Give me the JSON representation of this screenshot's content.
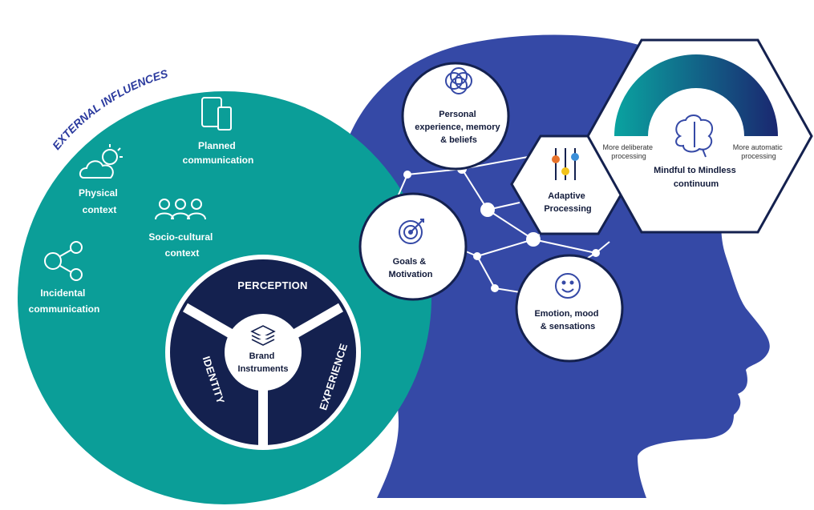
{
  "colors": {
    "teal": "#0b9e98",
    "head_blue": "#3549a6",
    "navy": "#14214f",
    "node_outline": "#14214f",
    "gauge_start": "#0aa3a0",
    "gauge_end": "#1a2770"
  },
  "external": {
    "title": "EXTERNAL INFLUENCES",
    "items": [
      {
        "id": "physical",
        "line1": "Physical",
        "line2": "context",
        "icon": "cloud-sun-icon"
      },
      {
        "id": "planned",
        "line1": "Planned",
        "line2": "communication",
        "icon": "devices-icon"
      },
      {
        "id": "socio",
        "line1": "Socio-cultural",
        "line2": "context",
        "icon": "people-icon"
      },
      {
        "id": "incidental",
        "line1": "Incidental",
        "line2": "communication",
        "icon": "network-people-icon"
      }
    ]
  },
  "brand": {
    "center_line1": "Brand",
    "center_line2": "Instruments",
    "center_icon": "layers-icon",
    "segments": {
      "perception": "PERCEPTION",
      "identity": "IDENTITY",
      "experience": "EXPERIENCE"
    }
  },
  "nodes": {
    "personal": {
      "lines": [
        "Personal",
        "experience, memory",
        "& beliefs"
      ],
      "icon": "overlapping-circles-icon"
    },
    "goals": {
      "lines": [
        "Goals &",
        "Motivation"
      ],
      "icon": "target-icon"
    },
    "emotion": {
      "lines": [
        "Emotion, mood",
        "& sensations"
      ],
      "icon": "smiley-icon"
    },
    "adaptive": {
      "lines": [
        "Adaptive",
        "Processing"
      ],
      "icon": "sliders-icon"
    },
    "mindful": {
      "lines": [
        "Mindful to Mindless",
        "continuum"
      ],
      "left_label": [
        "More deliberate",
        "processing"
      ],
      "right_label": [
        "More automatic",
        "processing"
      ],
      "icon": "brain-icon"
    }
  }
}
